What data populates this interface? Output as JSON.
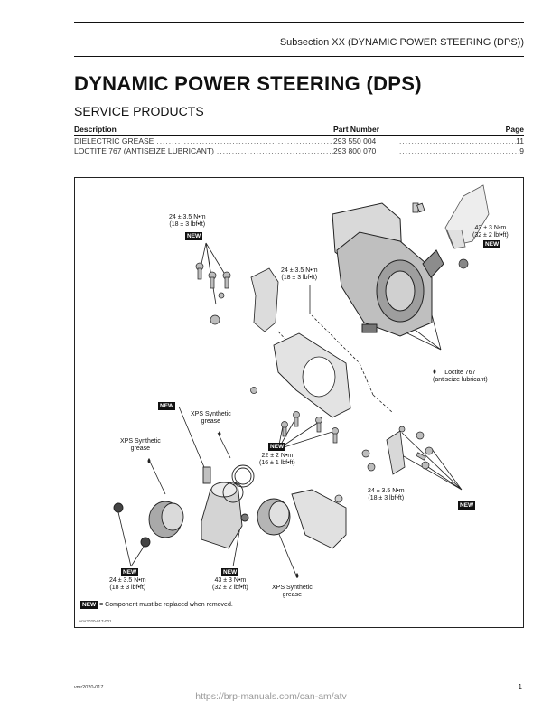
{
  "header": {
    "subsection": "Subsection XX (DYNAMIC POWER STEERING (DPS))"
  },
  "title": "DYNAMIC POWER STEERING (DPS)",
  "section_heading": "SERVICE PRODUCTS",
  "products_table": {
    "columns": [
      "Description",
      "Part Number",
      "Page"
    ],
    "rows": [
      {
        "description": "DIELECTRIC GREASE",
        "part_number": "293 550 004",
        "page": "11"
      },
      {
        "description": "LOCTITE 767 (ANTISEIZE LUBRICANT)",
        "part_number": "293 800 070",
        "page": "9"
      }
    ]
  },
  "figure": {
    "labels": {
      "torque_top_left": {
        "line1": "24 ± 3.5 N•m",
        "line2": "(18 ± 3 lbf•ft)"
      },
      "torque_top_mid": {
        "line1": "24 ± 3.5 N•m",
        "line2": "(18 ± 3 lbf•ft)"
      },
      "torque_top_right": {
        "line1": "43 ± 3 N•m",
        "line2": "(32 ± 2 lbf•ft)"
      },
      "loctite": {
        "line1": "Loctite 767",
        "line2": "(antiseize lubricant)"
      },
      "xps_grease_mid": {
        "line1": "XPS Synthetic",
        "line2": "grease"
      },
      "xps_grease_left": {
        "line1": "XPS Synthetic",
        "line2": "grease"
      },
      "torque_center": {
        "line1": "22 ± 2 N•m",
        "line2": "(16 ± 1 lbf•ft)"
      },
      "torque_right": {
        "line1": "24 ± 3.5 N•m",
        "line2": "(18 ± 3 lbf•ft)"
      },
      "torque_bottom_left": {
        "line1": "24 ± 3.5 N•m",
        "line2": "(18 ± 3 lbf•ft)"
      },
      "torque_bottom_mid": {
        "line1": "43 ± 3 N•m",
        "line2": "(32 ± 2 lbf•ft)"
      },
      "xps_grease_bottom": {
        "line1": "XPS Synthetic",
        "line2": "grease"
      }
    },
    "new_badge": "NEW",
    "legend_text": "= Component must be replaced when removed.",
    "figure_code": "vmr2020-017-001"
  },
  "footer": {
    "code": "vmr2020-017",
    "page_number": "1",
    "watermark": "https://brp-manuals.com/can-am/atv"
  }
}
